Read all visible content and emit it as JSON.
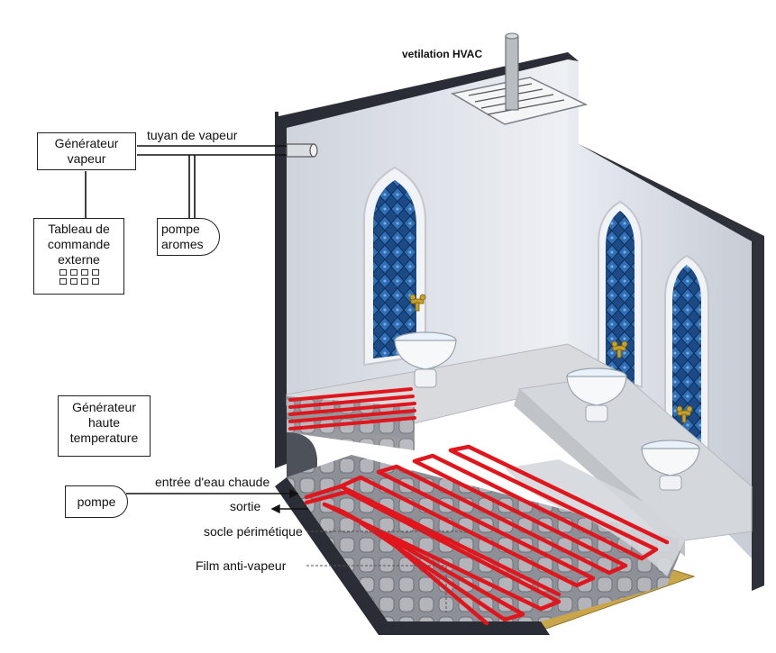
{
  "labels": {
    "hvac": "vetilation HVAC",
    "steam_generator": [
      "Générateur",
      "vapeur"
    ],
    "steam_pipe": "tuyan de vapeur",
    "control_panel": [
      "Tableau de",
      "commande",
      "externe"
    ],
    "aroma_pump": [
      "pompe",
      "aromes"
    ],
    "high_temp_generator": [
      "Générateur",
      "haute",
      "temperature"
    ],
    "pump": "pompe",
    "hot_water_in": "entrée d'eau chaude",
    "outlet": "sortie",
    "perimeter_base": "socle périmétique",
    "vapor_film": "Film anti-vapeur"
  },
  "colors": {
    "wall_outer": "#2a2d35",
    "wall_inner": "#dfe3ea",
    "tile_blue": "#1d4f8e",
    "heating_pipe": "#e0161c",
    "insulation": "#c9a64a",
    "marble": "#d6d8dc"
  }
}
